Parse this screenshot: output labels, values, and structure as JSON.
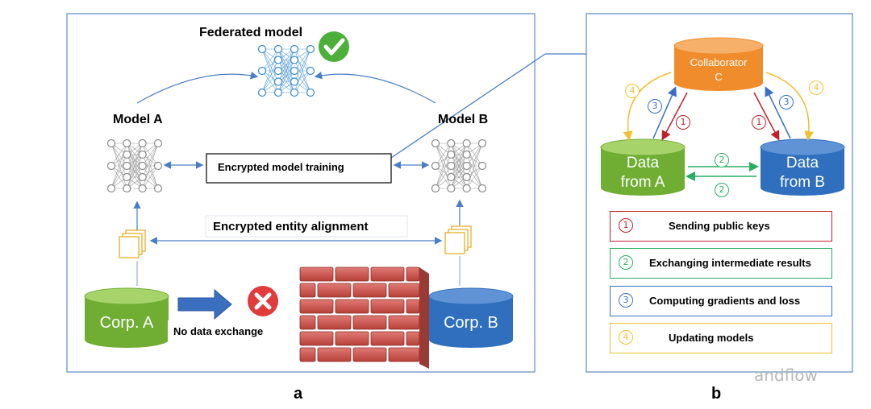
{
  "panel_a": {
    "caption": "a",
    "federated_model_label": "Federated model",
    "model_a_label": "Model A",
    "model_b_label": "Model B",
    "encrypted_training_label": "Encrypted model training",
    "encrypted_alignment_label": "Encrypted entity alignment",
    "corp_a_label": "Corp. A",
    "corp_b_label": "Corp. B",
    "no_data_exchange_label": "No data exchange"
  },
  "panel_b": {
    "caption": "b",
    "collaborator_line1": "Collaborator",
    "collaborator_line2": "C",
    "data_a_line1": "Data",
    "data_a_line2": "from A",
    "data_b_line1": "Data",
    "data_b_line2": "from B",
    "step_markers": [
      "1",
      "2",
      "3",
      "4"
    ],
    "legend": [
      {
        "num": "1",
        "text": "Sending public keys",
        "color": "#c0202a"
      },
      {
        "num": "2",
        "text": "Exchanging  intermediate results",
        "color": "#27ae60"
      },
      {
        "num": "3",
        "text": "Computing gradients and loss",
        "color": "#3b6fc4"
      },
      {
        "num": "4",
        "text": "Updating models",
        "color": "#f0c030"
      }
    ]
  },
  "watermark": "andflow",
  "colors": {
    "panel_border": "#7da0d4",
    "corp_a_green": "#6fae33",
    "corp_b_blue": "#2f6fbe",
    "collaborator_orange": "#f08c2c",
    "arrow_blue": "#3a6fc0",
    "step1_red": "#c0202a",
    "step2_green": "#27ae60",
    "step3_blue": "#3b6fc4",
    "step4_yellow": "#f0c030"
  }
}
